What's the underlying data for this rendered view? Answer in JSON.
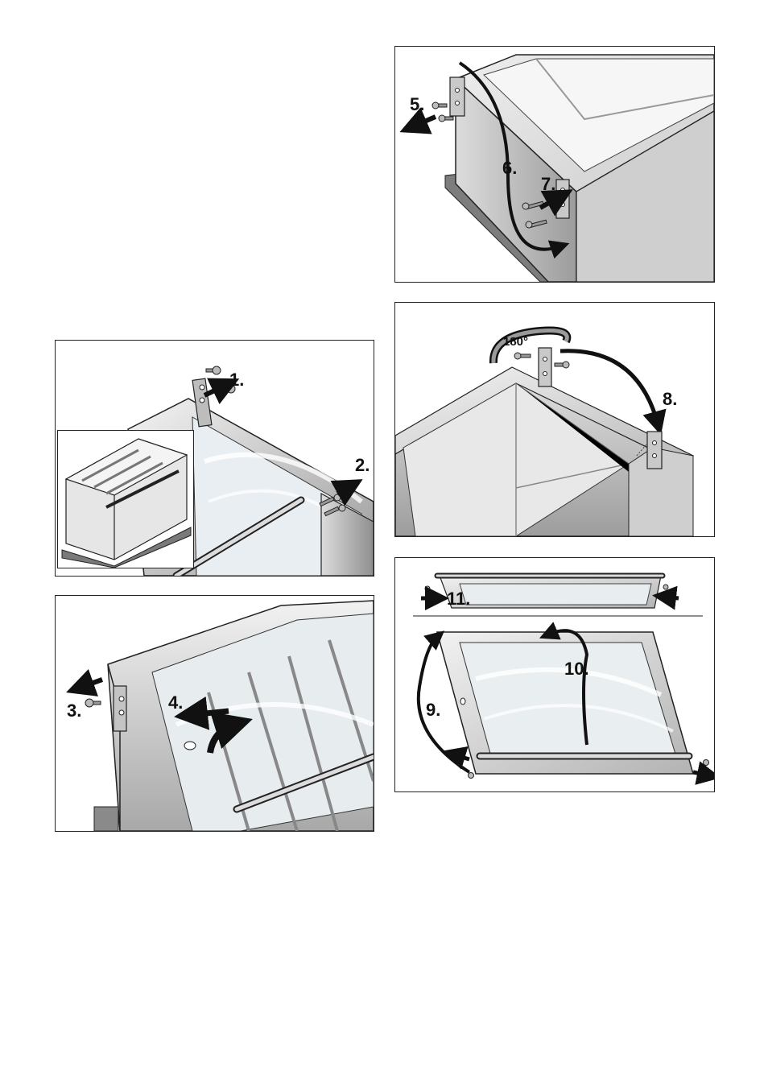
{
  "steps": {
    "s1": "1.",
    "s2": "2.",
    "s3": "3.",
    "s4": "4.",
    "s5": "5.",
    "s6": "6.",
    "s7": "7.",
    "s8": "8.",
    "s9": "9.",
    "s10": "10.",
    "s11": "11."
  },
  "rotation_label": "180°",
  "colors": {
    "outline": "#222222",
    "metal_light": "#f2f2f2",
    "metal_mid": "#c8c8c8",
    "metal_dark": "#8a8a8a",
    "arrow": "#111111"
  }
}
